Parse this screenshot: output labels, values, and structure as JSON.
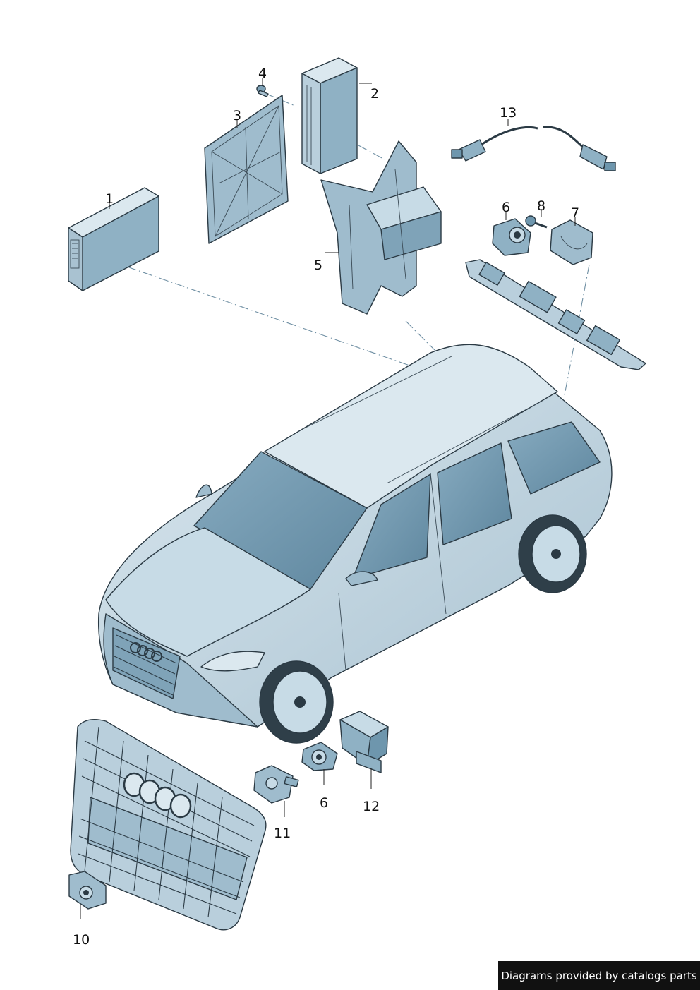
{
  "callouts": {
    "c1": "1",
    "c2": "2",
    "c3": "3",
    "c4": "4",
    "c5": "5",
    "c6a": "6",
    "c7": "7",
    "c8": "8",
    "c13": "13",
    "c6b": "6",
    "c10": "10",
    "c11": "11",
    "c12": "12"
  },
  "credit": "Diagrams provided by catalogs parts",
  "colors": {
    "part_fill": "#8fb1c4",
    "part_light": "#c7dbe6",
    "car_body": "#b9cfdc",
    "car_light": "#dbe8ef",
    "glass": "#6e96ad",
    "outline": "#2b3a44"
  }
}
